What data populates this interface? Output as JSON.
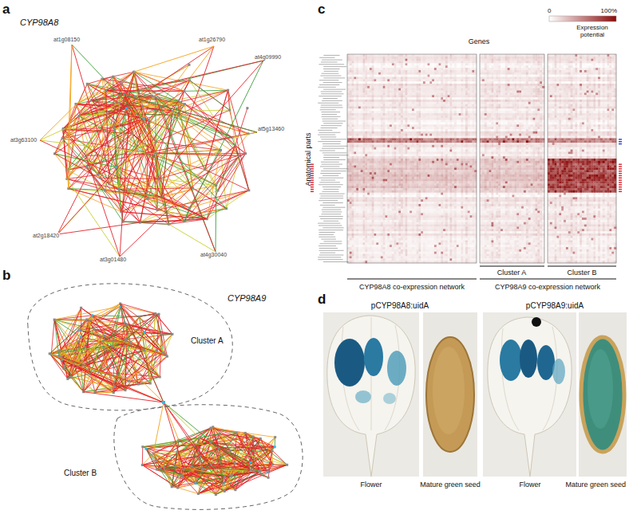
{
  "diagram": {
    "nodes": [
      {
        "text": [
          "Cluster A"
        ]
      },
      {
        "text": [
          "Cluster B"
        ]
      }
    ],
    "labels": [
      "a",
      "CYP98A8",
      "b",
      "CYP98A9",
      "c",
      "Genes",
      "0",
      "100%",
      "Expression potential",
      "Anatomical parts",
      "CYP98A8 co-expression network",
      "CYP98A9 co-expression network",
      "Cluster A",
      "Cluster B",
      "d",
      "pCYP98A8:uidA",
      "pCYP98A9:uidA",
      "Flower",
      "Mature green seed",
      "Flower",
      "Mature green seed",
      "at1g26790",
      "at4g09990",
      "at1g08150",
      "at3g63100",
      "at5g13460",
      "at2g18420",
      "at3g01480",
      "at4g30040"
    ]
  }
}
